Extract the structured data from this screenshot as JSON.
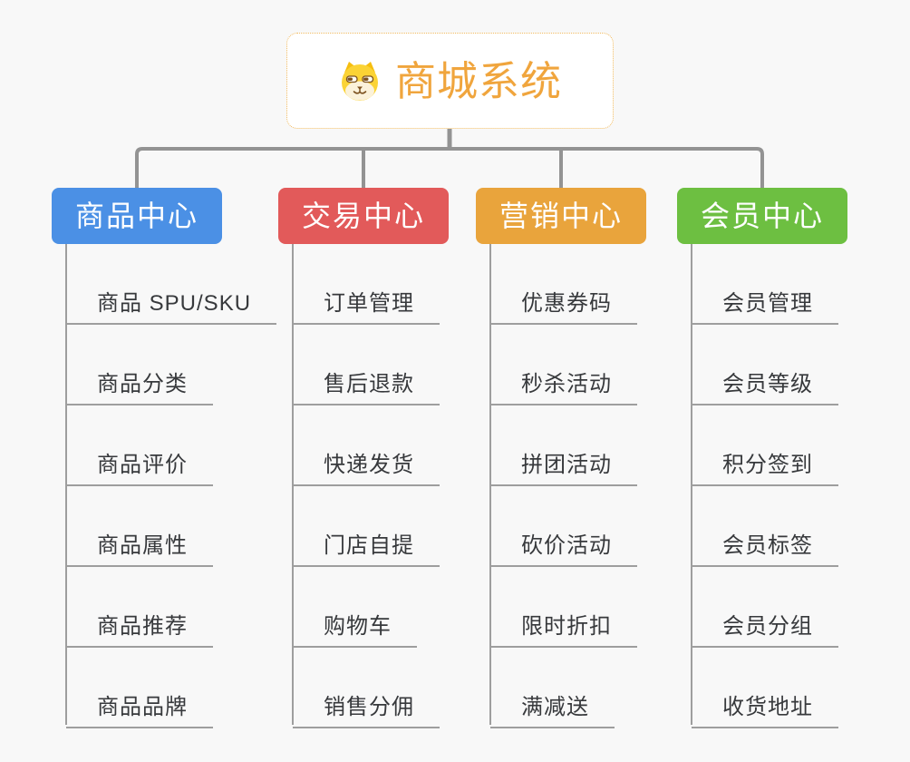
{
  "root": {
    "title": "商城系统",
    "icon": "dog-face-icon"
  },
  "branches": [
    {
      "label": "商品中心",
      "color": "#4B90E5",
      "children": [
        "商品 SPU/SKU",
        "商品分类",
        "商品评价",
        "商品属性",
        "商品推荐",
        "商品品牌"
      ]
    },
    {
      "label": "交易中心",
      "color": "#E25A5A",
      "children": [
        "订单管理",
        "售后退款",
        "快递发货",
        "门店自提",
        "购物车",
        "销售分佣"
      ]
    },
    {
      "label": "营销中心",
      "color": "#E9A43C",
      "children": [
        "优惠券码",
        "秒杀活动",
        "拼团活动",
        "砍价活动",
        "限时折扣",
        "满减送"
      ]
    },
    {
      "label": "会员中心",
      "color": "#6DBF41",
      "children": [
        "会员管理",
        "会员等级",
        "积分签到",
        "会员标签",
        "会员分组",
        "收货地址"
      ]
    }
  ],
  "palette": {
    "background": "#F8F8F8",
    "root_border": "#F1BA5F",
    "root_text": "#F0A53D",
    "connector_line": "#939393",
    "child_line": "#9E9E9E",
    "child_text": "#37393C"
  }
}
